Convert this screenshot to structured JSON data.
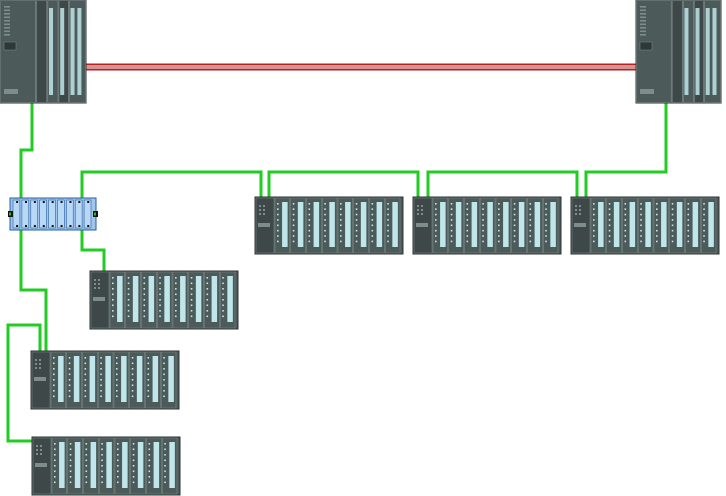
{
  "diagram": {
    "background": "#ffffff",
    "colors": {
      "profibus_line": "#22cc22",
      "redundancy_link": "#b22222",
      "redundancy_link_mid": "#ffffff",
      "module_body": "#4d5a5a",
      "module_dark": "#3e4848",
      "module_light": "#7f8c8c",
      "io_strip": "#bfe6ea",
      "io_dot": "#2b3333",
      "y_link_body": "#9ec6ef",
      "y_link_dark": "#2a5f9e",
      "terminal_black": "#111111",
      "terminal_green": "#1fbf1f"
    },
    "nodes": [
      {
        "id": "cpu-left",
        "kind": "S7-400H CPU rack"
      },
      {
        "id": "cpu-right",
        "kind": "S7-400H CPU rack"
      },
      {
        "id": "y-link",
        "kind": "Y-Link coupler"
      },
      {
        "id": "et200m-redundant-1",
        "kind": "ET 200M station"
      },
      {
        "id": "et200m-redundant-2",
        "kind": "ET 200M station"
      },
      {
        "id": "et200m-redundant-3",
        "kind": "ET 200M station"
      },
      {
        "id": "et200m-ylink-1",
        "kind": "ET 200M station"
      },
      {
        "id": "et200m-ylink-2",
        "kind": "ET 200M station"
      },
      {
        "id": "et200m-ylink-3",
        "kind": "ET 200M station"
      }
    ],
    "links": [
      {
        "from": "cpu-left",
        "to": "cpu-right",
        "kind": "redundancy-fiber"
      },
      {
        "from": "cpu-left",
        "to": "y-link",
        "kind": "profibus"
      },
      {
        "from": "cpu-right",
        "to": "et200m-redundant-3",
        "kind": "profibus"
      },
      {
        "from": "y-link",
        "to": "et200m-redundant-1",
        "kind": "profibus"
      },
      {
        "from": "y-link",
        "to": "et200m-ylink-1",
        "kind": "profibus"
      },
      {
        "from": "y-link",
        "to": "et200m-ylink-2",
        "kind": "profibus"
      },
      {
        "from": "et200m-ylink-2",
        "to": "et200m-ylink-3",
        "kind": "profibus"
      }
    ]
  }
}
